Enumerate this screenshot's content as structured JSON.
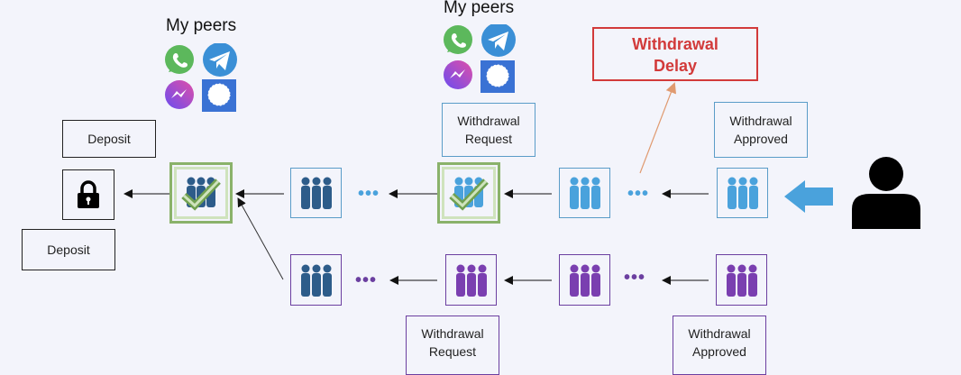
{
  "colors": {
    "background": "#f3f4fb",
    "dark_blue": "#2d5c8a",
    "light_blue": "#4aa2dc",
    "purple": "#6b3fa0",
    "green": "#70a050",
    "red": "#d23a3a",
    "orange_arrow": "#e09a70"
  },
  "peer_groups": [
    {
      "title": "My peers",
      "apps": [
        "whatsapp-icon",
        "telegram-icon",
        "messenger-icon",
        "signal-icon"
      ]
    },
    {
      "title": "My peers",
      "apps": [
        "whatsapp-icon",
        "telegram-icon",
        "messenger-icon",
        "signal-icon"
      ]
    }
  ],
  "deposit": {
    "top_label": "Deposit",
    "bottom_label": "Deposit",
    "icon": "lock-icon"
  },
  "delay_box": {
    "line1": "Withdrawal",
    "line2": "Delay"
  },
  "top_row": {
    "request_callout": {
      "line1": "Withdrawal",
      "line2": "Request"
    },
    "approved_callout": {
      "line1": "Withdrawal",
      "line2": "Approved"
    },
    "ellipsis": "•••"
  },
  "bottom_row": {
    "request_callout": {
      "line1": "Withdrawal",
      "line2": "Request"
    },
    "approved_callout": {
      "line1": "Withdrawal",
      "line2": "Approved"
    },
    "ellipsis": "•••"
  },
  "user": {
    "icon": "user-icon"
  }
}
